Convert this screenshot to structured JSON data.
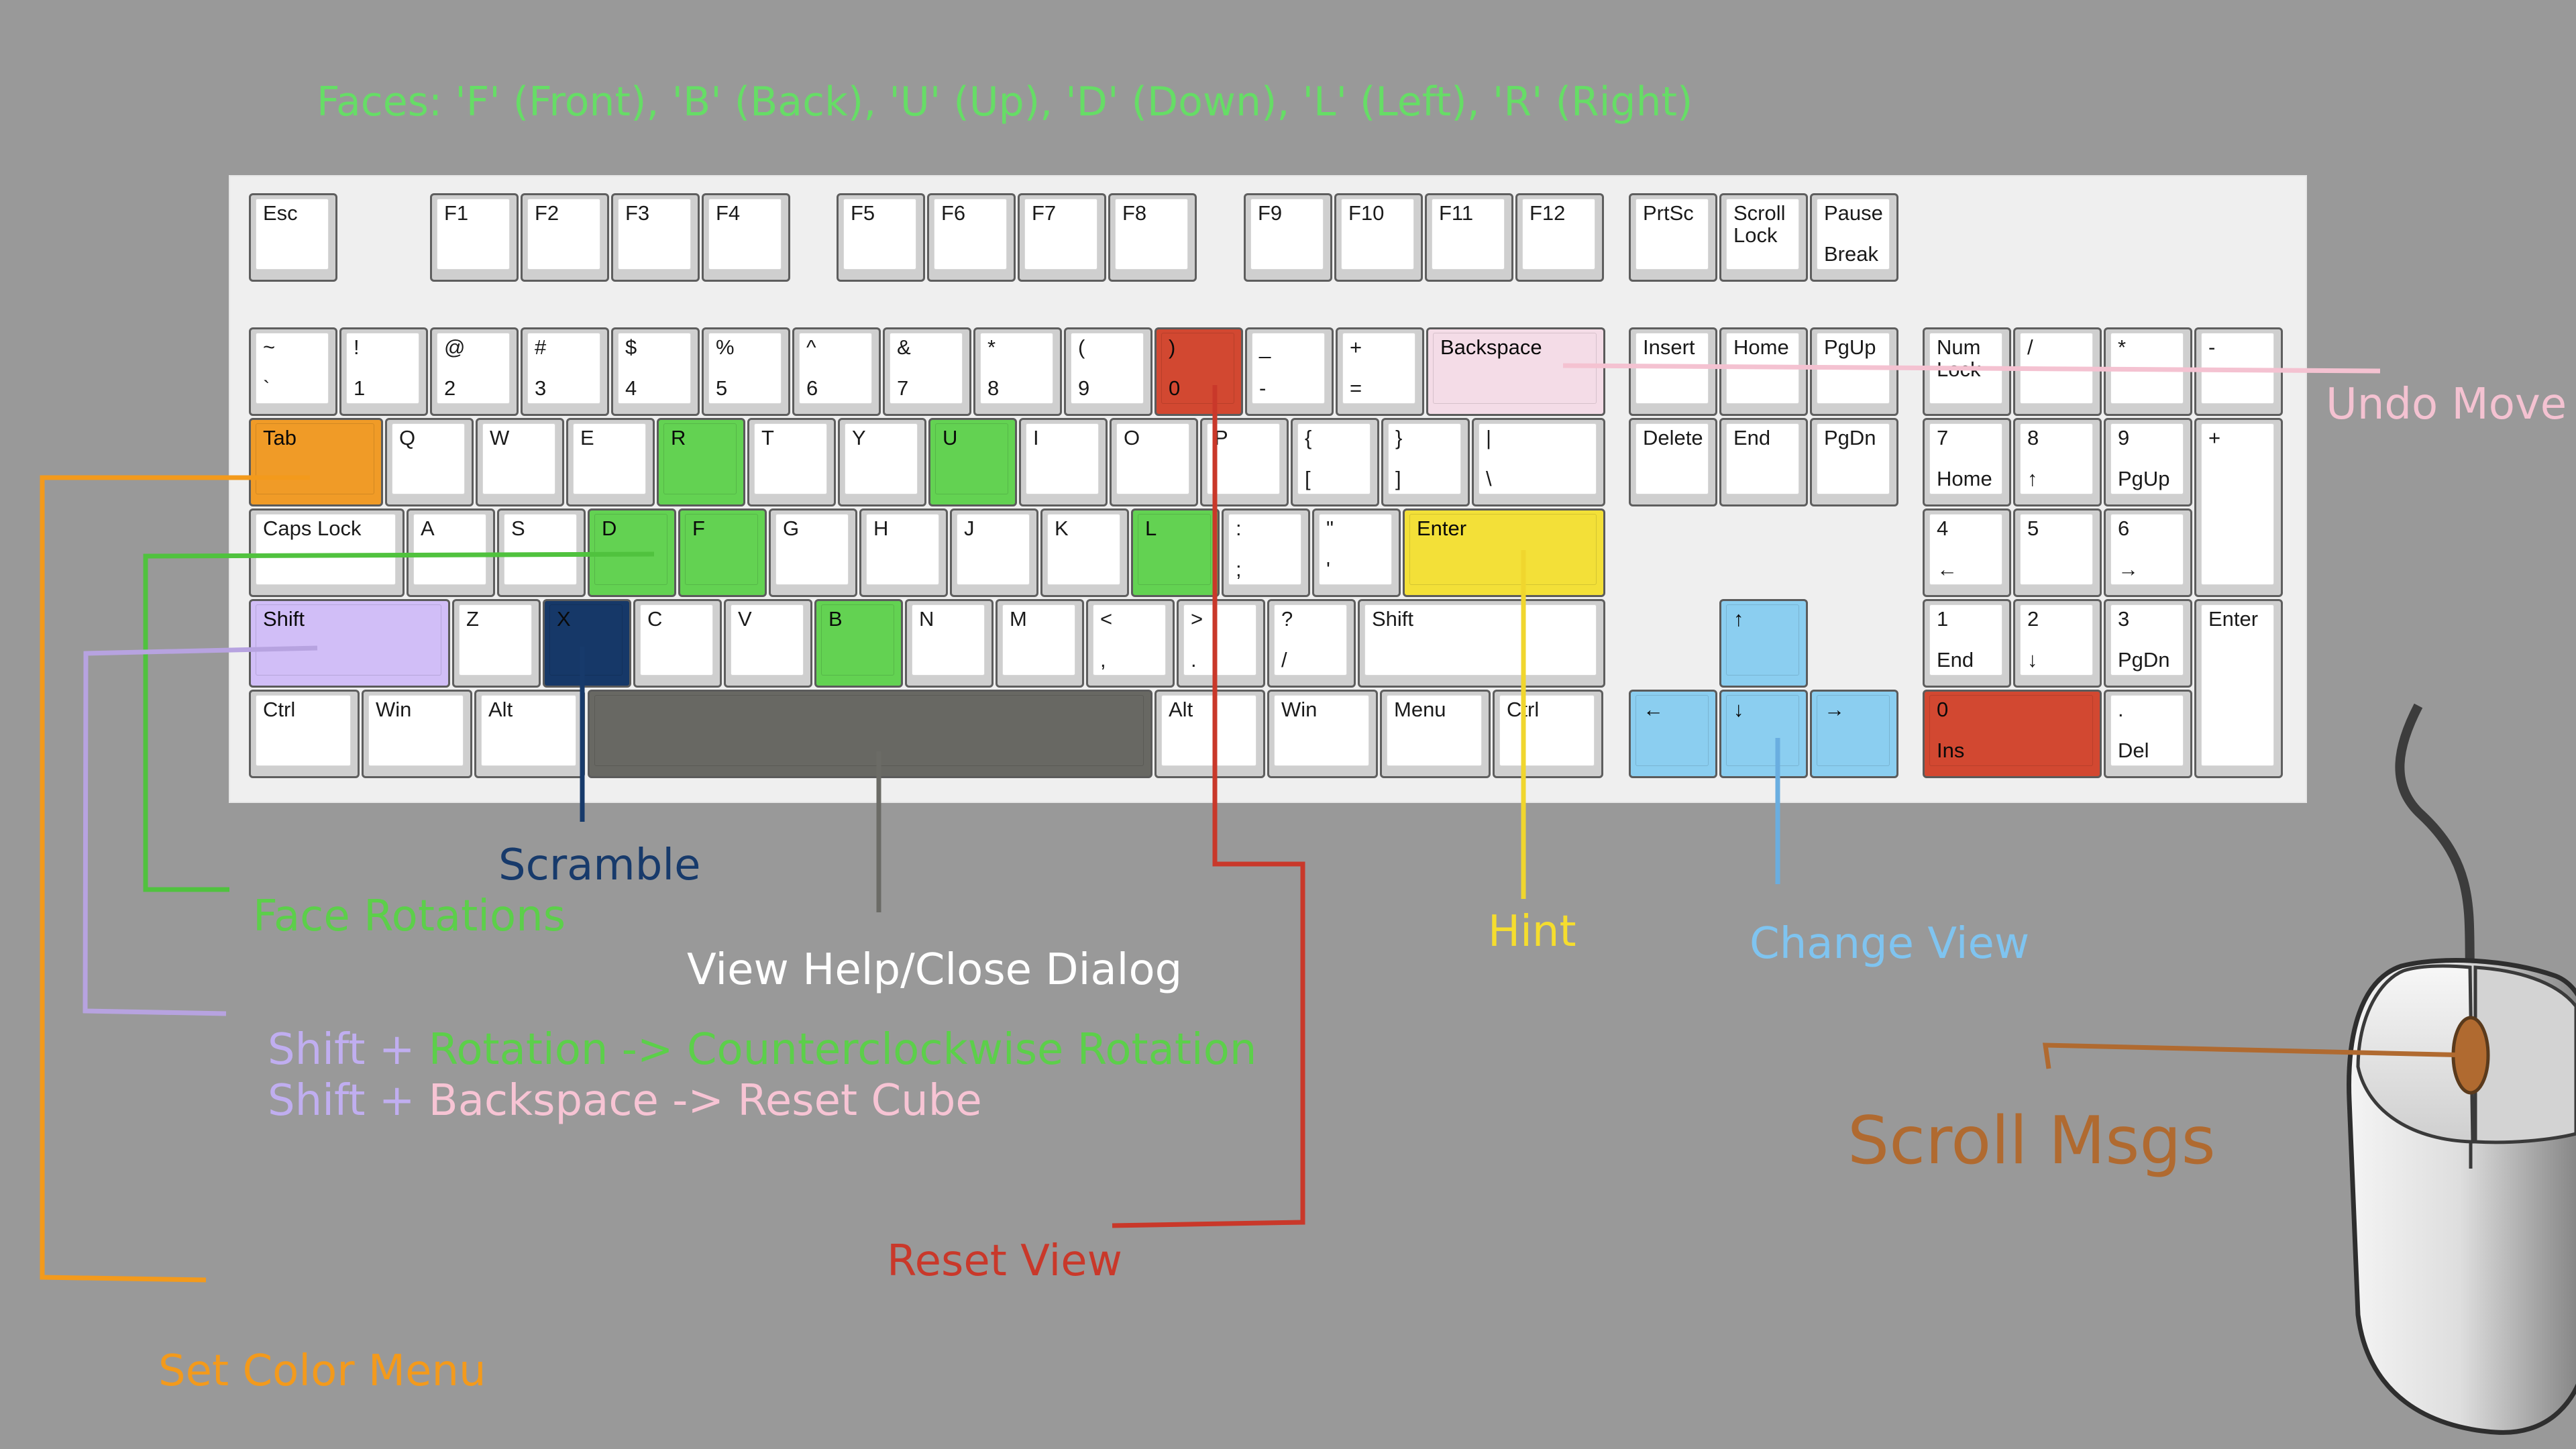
{
  "header": {
    "text": "Faces: 'F' (Front), 'B' (Back), 'U' (Up), 'D' (Down), 'L' (Left), 'R' (Right)",
    "color": "#66dd66"
  },
  "colors": {
    "face_rotation": "#66d855",
    "scramble": "#173a6b",
    "set_color_menu": "#f7a028",
    "shift": "#d7c4ff",
    "view_help": "#6b6b66",
    "reset_view": "#d94a32",
    "undo": "#fce3ee",
    "hint": "#fae73a",
    "change_view": "#8fd4f7",
    "scroll": "#b06a30"
  },
  "keyboard": {
    "keys": [
      {
        "id": "esc",
        "top": "Esc",
        "bottom": ""
      },
      {
        "id": "f1",
        "top": "F1",
        "bottom": ""
      },
      {
        "id": "f2",
        "top": "F2",
        "bottom": ""
      },
      {
        "id": "f3",
        "top": "F3",
        "bottom": ""
      },
      {
        "id": "f4",
        "top": "F4",
        "bottom": ""
      },
      {
        "id": "f5",
        "top": "F5",
        "bottom": ""
      },
      {
        "id": "f6",
        "top": "F6",
        "bottom": ""
      },
      {
        "id": "f7",
        "top": "F7",
        "bottom": ""
      },
      {
        "id": "f8",
        "top": "F8",
        "bottom": ""
      },
      {
        "id": "f9",
        "top": "F9",
        "bottom": ""
      },
      {
        "id": "f10",
        "top": "F10",
        "bottom": ""
      },
      {
        "id": "f11",
        "top": "F11",
        "bottom": ""
      },
      {
        "id": "f12",
        "top": "F12",
        "bottom": ""
      },
      {
        "id": "prtsc",
        "top": "PrtSc",
        "bottom": ""
      },
      {
        "id": "scrolllock",
        "top": "Scroll\nLock",
        "bottom": ""
      },
      {
        "id": "pause",
        "top": "Pause",
        "bottom": "Break"
      },
      {
        "id": "tilde",
        "top": "~",
        "bottom": "`"
      },
      {
        "id": "k1",
        "top": "!",
        "bottom": "1"
      },
      {
        "id": "k2",
        "top": "@",
        "bottom": "2"
      },
      {
        "id": "k3",
        "top": "#",
        "bottom": "3"
      },
      {
        "id": "k4",
        "top": "$",
        "bottom": "4"
      },
      {
        "id": "k5",
        "top": "%",
        "bottom": "5"
      },
      {
        "id": "k6",
        "top": "^",
        "bottom": "6"
      },
      {
        "id": "k7",
        "top": "&",
        "bottom": "7"
      },
      {
        "id": "k8",
        "top": "*",
        "bottom": "8"
      },
      {
        "id": "k9",
        "top": "(",
        "bottom": "9"
      },
      {
        "id": "k0",
        "top": ")",
        "bottom": "0",
        "color": "reset_view"
      },
      {
        "id": "minus",
        "top": "_",
        "bottom": "-"
      },
      {
        "id": "equals",
        "top": "+",
        "bottom": "="
      },
      {
        "id": "backspace",
        "top": "Backspace",
        "bottom": "",
        "color": "undo"
      },
      {
        "id": "insert",
        "top": "Insert",
        "bottom": ""
      },
      {
        "id": "home",
        "top": "Home",
        "bottom": ""
      },
      {
        "id": "pgup",
        "top": "PgUp",
        "bottom": ""
      },
      {
        "id": "numlock",
        "top": "Num\nLock",
        "bottom": ""
      },
      {
        "id": "npdiv",
        "top": "/",
        "bottom": ""
      },
      {
        "id": "npmul",
        "top": "*",
        "bottom": ""
      },
      {
        "id": "npsub",
        "top": "-",
        "bottom": ""
      },
      {
        "id": "tab",
        "top": "Tab",
        "bottom": "",
        "color": "set_color_menu"
      },
      {
        "id": "q",
        "top": "Q",
        "bottom": ""
      },
      {
        "id": "w",
        "top": "W",
        "bottom": ""
      },
      {
        "id": "e",
        "top": "E",
        "bottom": ""
      },
      {
        "id": "r",
        "top": "R",
        "bottom": "",
        "color": "face_rotation"
      },
      {
        "id": "t",
        "top": "T",
        "bottom": ""
      },
      {
        "id": "y",
        "top": "Y",
        "bottom": ""
      },
      {
        "id": "u",
        "top": "U",
        "bottom": "",
        "color": "face_rotation"
      },
      {
        "id": "i",
        "top": "I",
        "bottom": ""
      },
      {
        "id": "o",
        "top": "O",
        "bottom": ""
      },
      {
        "id": "p",
        "top": "P",
        "bottom": ""
      },
      {
        "id": "lbrace",
        "top": "{",
        "bottom": "["
      },
      {
        "id": "rbrace",
        "top": "}",
        "bottom": "]"
      },
      {
        "id": "pipe",
        "top": "|",
        "bottom": "\\"
      },
      {
        "id": "delete",
        "top": "Delete",
        "bottom": ""
      },
      {
        "id": "end",
        "top": "End",
        "bottom": ""
      },
      {
        "id": "pgdn",
        "top": "PgDn",
        "bottom": ""
      },
      {
        "id": "np7",
        "top": "7",
        "bottom": "Home"
      },
      {
        "id": "np8",
        "top": "8",
        "bottom": "↑"
      },
      {
        "id": "np9",
        "top": "9",
        "bottom": "PgUp"
      },
      {
        "id": "npadd",
        "top": "+",
        "bottom": ""
      },
      {
        "id": "caps",
        "top": "Caps Lock",
        "bottom": ""
      },
      {
        "id": "a",
        "top": "A",
        "bottom": ""
      },
      {
        "id": "s",
        "top": "S",
        "bottom": ""
      },
      {
        "id": "d",
        "top": "D",
        "bottom": "",
        "color": "face_rotation"
      },
      {
        "id": "f",
        "top": "F",
        "bottom": "",
        "color": "face_rotation"
      },
      {
        "id": "g",
        "top": "G",
        "bottom": ""
      },
      {
        "id": "h",
        "top": "H",
        "bottom": ""
      },
      {
        "id": "j",
        "top": "J",
        "bottom": ""
      },
      {
        "id": "k",
        "top": "K",
        "bottom": ""
      },
      {
        "id": "l",
        "top": "L",
        "bottom": "",
        "color": "face_rotation"
      },
      {
        "id": "semicolon",
        "top": ":",
        "bottom": ";"
      },
      {
        "id": "quote",
        "top": "\"",
        "bottom": "'"
      },
      {
        "id": "enter",
        "top": "Enter",
        "bottom": "",
        "color": "hint"
      },
      {
        "id": "np4",
        "top": "4",
        "bottom": "←"
      },
      {
        "id": "np5",
        "top": "5",
        "bottom": ""
      },
      {
        "id": "np6",
        "top": "6",
        "bottom": "→"
      },
      {
        "id": "lshift",
        "top": "Shift",
        "bottom": "",
        "color": "shift"
      },
      {
        "id": "z",
        "top": "Z",
        "bottom": ""
      },
      {
        "id": "x",
        "top": "X",
        "bottom": "",
        "color": "scramble"
      },
      {
        "id": "c",
        "top": "C",
        "bottom": ""
      },
      {
        "id": "v",
        "top": "V",
        "bottom": ""
      },
      {
        "id": "b",
        "top": "B",
        "bottom": "",
        "color": "face_rotation"
      },
      {
        "id": "n",
        "top": "N",
        "bottom": ""
      },
      {
        "id": "m",
        "top": "M",
        "bottom": ""
      },
      {
        "id": "comma",
        "top": "<",
        "bottom": ","
      },
      {
        "id": "period",
        "top": ">",
        "bottom": "."
      },
      {
        "id": "slash",
        "top": "?",
        "bottom": "/"
      },
      {
        "id": "rshift",
        "top": "Shift",
        "bottom": ""
      },
      {
        "id": "arrowup",
        "top": "↑",
        "bottom": "",
        "color": "change_view"
      },
      {
        "id": "np1",
        "top": "1",
        "bottom": "End"
      },
      {
        "id": "np2",
        "top": "2",
        "bottom": "↓"
      },
      {
        "id": "np3",
        "top": "3",
        "bottom": "PgDn"
      },
      {
        "id": "npenter",
        "top": "Enter",
        "bottom": ""
      },
      {
        "id": "lctrl",
        "top": "Ctrl",
        "bottom": ""
      },
      {
        "id": "lwin",
        "top": "Win",
        "bottom": ""
      },
      {
        "id": "lalt",
        "top": "Alt",
        "bottom": ""
      },
      {
        "id": "space",
        "top": "",
        "bottom": "",
        "color": "view_help"
      },
      {
        "id": "ralt",
        "top": "Alt",
        "bottom": ""
      },
      {
        "id": "rwin",
        "top": "Win",
        "bottom": ""
      },
      {
        "id": "menu",
        "top": "Menu",
        "bottom": ""
      },
      {
        "id": "rctrl",
        "top": "Ctrl",
        "bottom": ""
      },
      {
        "id": "arrowleft",
        "top": "←",
        "bottom": "",
        "color": "change_view"
      },
      {
        "id": "arrowdown",
        "top": "↓",
        "bottom": "",
        "color": "change_view"
      },
      {
        "id": "arrowright",
        "top": "→",
        "bottom": "",
        "color": "change_view"
      },
      {
        "id": "np0",
        "top": "0",
        "bottom": "Ins",
        "color": "reset_view"
      },
      {
        "id": "npdel",
        "top": ".",
        "bottom": "Del"
      }
    ]
  },
  "annotations": {
    "undo_move": "Undo Move",
    "scramble": "Scramble",
    "face_rotations": "Face Rotations",
    "view_help": "View Help/Close Dialog",
    "hint": "Hint",
    "change_view": "Change View",
    "shift_word": "Shift",
    "plus": "+",
    "rotation_rule": "Rotation -> Counterclockwise Rotation",
    "backspace_rule": "Backspace -> Reset Cube",
    "reset_view": "Reset View",
    "scroll_msgs": "Scroll Msgs",
    "set_color_menu": "Set Color Menu"
  }
}
